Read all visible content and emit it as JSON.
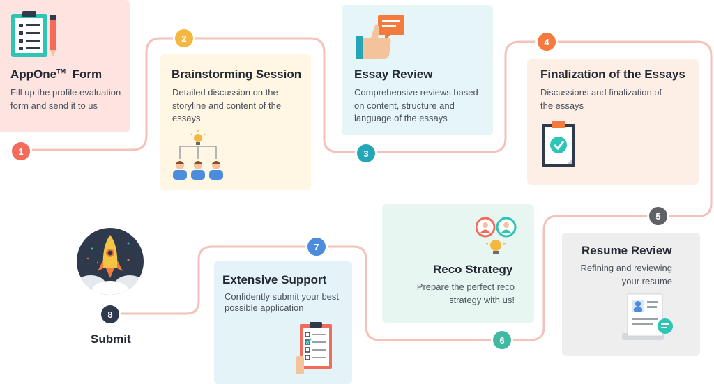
{
  "steps": [
    {
      "num": "1",
      "title": "AppOne",
      "title_tm": "TM",
      "title_suffix": "Form",
      "desc": "Fill up the profile evaluation form and send it to us"
    },
    {
      "num": "2",
      "title": "Brainstorming Session",
      "desc": "Detailed discussion on the storyline and content of the essays"
    },
    {
      "num": "3",
      "title": "Essay Review",
      "desc": "Comprehensive reviews based on content, structure and language of the essays"
    },
    {
      "num": "4",
      "title": "Finalization of the Essays",
      "desc": "Discussions and finalization of the essays"
    },
    {
      "num": "5",
      "title": "Resume Review",
      "desc": "Refining and reviewing your resume"
    },
    {
      "num": "6",
      "title": "Reco Strategy",
      "desc": "Prepare the perfect reco strategy with us!"
    },
    {
      "num": "7",
      "title": "Extensive Support",
      "desc": "Confidently submit your best possible application"
    },
    {
      "num": "8",
      "title": "Submit"
    }
  ],
  "colors": {
    "path": "#f5c1b8",
    "badge1": "#f26b5b",
    "badge2": "#f4b740",
    "badge3": "#25a5b8",
    "badge4": "#f47a3d",
    "badge5": "#5f6166",
    "badge6": "#3fb9a2",
    "badge7": "#4b8ddc",
    "badge8": "#2e3a4c"
  },
  "icons": [
    "clipboard-pencil-icon",
    "team-idea-icon",
    "thumbs-up-icon",
    "checked-document-icon",
    "resume-icon",
    "people-bulb-icon",
    "checklist-icon",
    "rocket-icon"
  ]
}
